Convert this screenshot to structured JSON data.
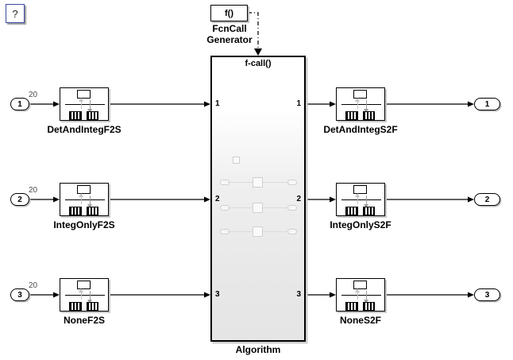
{
  "help_button": {
    "label": "?"
  },
  "fcn_generator": {
    "block_text": "f()",
    "label_line1": "FcnCall",
    "label_line2": "Generator"
  },
  "algorithm": {
    "header": "f-call()",
    "label": "Algorithm",
    "left_port_labels": [
      "1",
      "2",
      "3"
    ],
    "right_port_labels": [
      "1",
      "2",
      "3"
    ]
  },
  "rows": [
    {
      "input_port": "1",
      "signal_width": "20",
      "converter_in": "DetAndIntegF2S",
      "converter_out": "DetAndIntegS2F",
      "output_port": "1"
    },
    {
      "input_port": "2",
      "signal_width": "20",
      "converter_in": "IntegOnlyF2S",
      "converter_out": "IntegOnlyS2F",
      "output_port": "2"
    },
    {
      "input_port": "3",
      "signal_width": "20",
      "converter_in": "NoneF2S",
      "converter_out": "NoneS2F",
      "output_port": "3"
    }
  ],
  "icons": {
    "converter_block": [
      "register-icon",
      "up-arrow-icon",
      "down-arrow-icon",
      "buffer-icon"
    ],
    "function_call_line": "dash-dot-arrow-down-icon"
  },
  "colors": {
    "background": "#ffffff",
    "block_border": "#000000",
    "help_button_border": "#3b4aa2",
    "block_shadow": "#c9c9c9",
    "signal_label_text": "#4d4d4d",
    "preview_outline": "#cfcfcf",
    "up_arrow": "#c4c4c4",
    "down_arrow": "#9d9d9d",
    "subsystem_gradient_bottom": "#e5e5e5"
  }
}
